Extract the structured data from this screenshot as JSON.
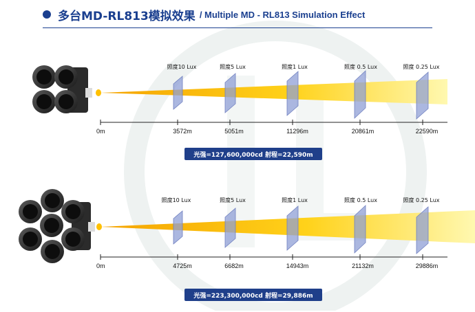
{
  "header": {
    "title_cn": "多台MD-RL813模拟效果",
    "title_en": "/ Multiple MD - RL813 Simulation Effect"
  },
  "panels": [
    {
      "origin": "0m",
      "markers": [
        {
          "lux": "照度10 Lux",
          "distance": "3572m"
        },
        {
          "lux": "照度5 Lux",
          "distance": "5051m"
        },
        {
          "lux": "照度1 Lux",
          "distance": "11296m"
        },
        {
          "lux": "照度 0.5 Lux",
          "distance": "20861m"
        },
        {
          "lux": "照度 0.25 Lux",
          "distance": "22590m"
        }
      ],
      "summary": "光强=127,600,000cd  射程=22,590m"
    },
    {
      "origin": "0m",
      "markers": [
        {
          "lux": "照度10 Lux",
          "distance": "4725m"
        },
        {
          "lux": "照度5 Lux",
          "distance": "6682m"
        },
        {
          "lux": "照度1 Lux",
          "distance": "14943m"
        },
        {
          "lux": "照度 0.5 Lux",
          "distance": "21132m"
        },
        {
          "lux": "照度 0.25 Lux",
          "distance": "29886m"
        }
      ],
      "summary": "光强=223,300,000cd  射程=29,886m"
    }
  ],
  "colors": {
    "brand": "#1a3f8f",
    "badge": "#1f3f8a",
    "beam_start": "#f5a300",
    "beam_end": "#fff8b0",
    "plate": "#8f9fd6"
  }
}
